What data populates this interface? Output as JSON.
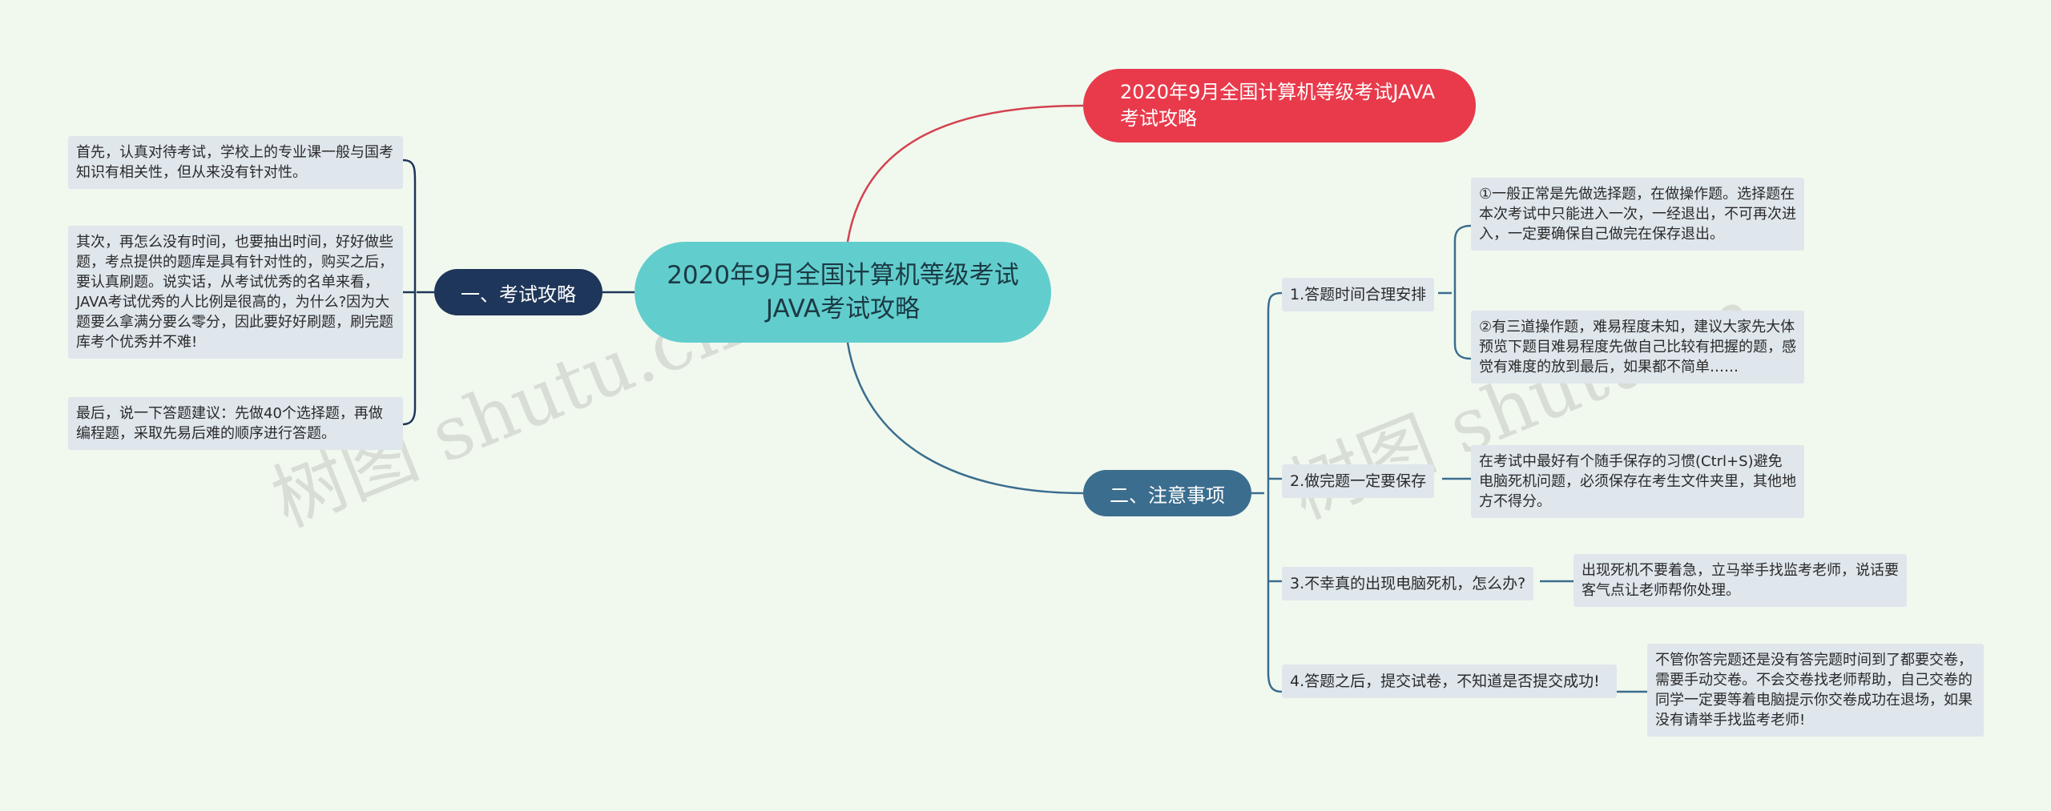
{
  "mindmap": {
    "central": "2020年9月全国计算机等级考试JAVA考试攻略",
    "title_node": "2020年9月全国计算机等级考试JAVA考试攻略",
    "left_branch": {
      "label": "一、考试攻略",
      "leaves": [
        "首先，认真对待考试，学校上的专业课一般与国考知识有相关性，但从来没有针对性。",
        "其次，再怎么没有时间，也要抽出时间，好好做些题，考点提供的题库是具有针对性的，购买之后，要认真刷题。说实话，从考试优秀的名单来看，JAVA考试优秀的人比例是很高的，为什么?因为大题要么拿满分要么零分，因此要好好刷题，刷完题库考个优秀并不难!",
        "最后，说一下答题建议：先做40个选择题，再做编程题，采取先易后难的顺序进行答题。"
      ]
    },
    "right_branch": {
      "label": "二、注意事项",
      "items": [
        {
          "label": "1.答题时间合理安排",
          "details": [
            "①一般正常是先做选择题，在做操作题。选择题在本次考试中只能进入一次，一经退出，不可再次进入，一定要确保自己做完在保存退出。",
            "②有三道操作题，难易程度未知，建议大家先大体预览下题目难易程度先做自己比较有把握的题，感觉有难度的放到最后，如果都不简单……"
          ]
        },
        {
          "label": "2.做完题一定要保存",
          "details": [
            "在考试中最好有个随手保存的习惯(Ctrl+S)避免电脑死机问题，必须保存在考生文件夹里，其他地方不得分。"
          ]
        },
        {
          "label": "3.不幸真的出现电脑死机，怎么办?",
          "details": [
            "出现死机不要着急，立马举手找监考老师，说话要客气点让老师帮你处理。"
          ]
        },
        {
          "label": "4.答题之后，提交试卷，不知道是否提交成功!",
          "details": [
            "不管你答完题还是没有答完题时间到了都要交卷，需要手动交卷。不会交卷找老师帮助，自己交卷的同学一定要等着电脑提示你交卷成功在退场，如果没有请举手找监考老师!"
          ]
        }
      ]
    }
  },
  "watermark": {
    "text_left": "树图 shutu.cn",
    "text_right": "树图 shutu.cn"
  },
  "colors": {
    "background": "#f1f9ef",
    "central": "#62cdcd",
    "title_node": "#e83a4b",
    "left_branch": "#1e3659",
    "right_branch": "#3b6d8e",
    "leaf": "#dfe6ec"
  }
}
